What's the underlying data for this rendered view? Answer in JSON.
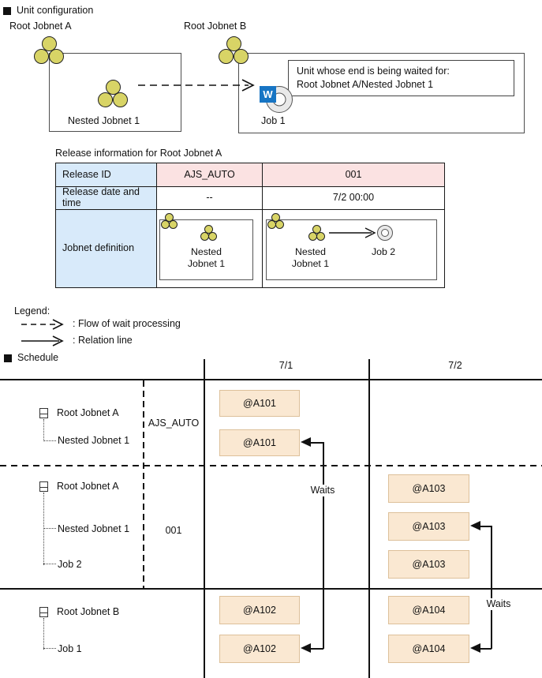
{
  "unit_config": {
    "heading": "Unit configuration",
    "root_a_label": "Root Jobnet A",
    "root_b_label": "Root Jobnet B",
    "nested_label": "Nested Jobnet 1",
    "job1_label": "Job 1",
    "wait_badge": "W",
    "callout_line1": "Unit whose end is being waited for:",
    "callout_line2": "Root Jobnet A/Nested Jobnet 1"
  },
  "release_table": {
    "title": "Release information for Root Jobnet A",
    "row_headers": [
      "Release ID",
      "Release date and time",
      "Jobnet definition"
    ],
    "release_ids": [
      "AJS_AUTO",
      "001"
    ],
    "release_dates": [
      "--",
      "7/2 00:00"
    ],
    "def1": {
      "nested": "Nested Jobnet 1"
    },
    "def2": {
      "nested": "Nested Jobnet 1",
      "job": "Job 2"
    }
  },
  "legend": {
    "title": "Legend:",
    "flow_label": ": Flow of wait processing",
    "relation_label": ": Relation line"
  },
  "schedule": {
    "heading": "Schedule",
    "col1": "7/1",
    "col2": "7/2",
    "groups": [
      {
        "root": "Root Jobnet A",
        "child1": "Nested Jobnet 1",
        "release": "AJS_AUTO"
      },
      {
        "root": "Root Jobnet A",
        "child1": "Nested Jobnet 1",
        "child2": "Job 2",
        "release": "001"
      },
      {
        "root": "Root Jobnet B",
        "child1": "Job 1"
      }
    ],
    "bars": {
      "a101": "@A101",
      "a102": "@A102",
      "a103": "@A103",
      "a104": "@A104"
    },
    "waits": "Waits"
  },
  "colors": {
    "table_header_blue": "#d8eafa",
    "table_pink": "#fbe2e2",
    "bar_fill": "#fae8d2",
    "bar_border": "#ddc09a",
    "jobnet_yellow": "#d8d466",
    "wait_badge_blue": "#1775c4",
    "line_black": "#111111"
  }
}
